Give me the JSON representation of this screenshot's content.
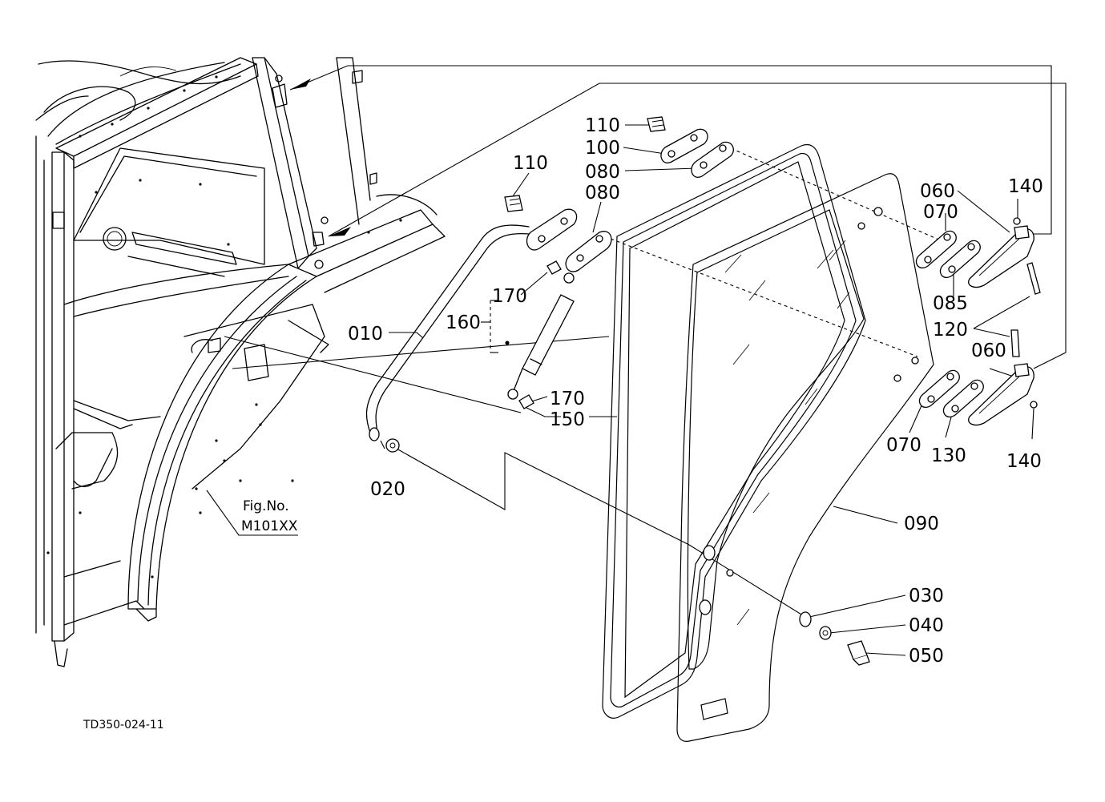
{
  "diagram": {
    "drawing_code": "TD350-024-11",
    "fig_ref_line1": "Fig.No.",
    "fig_ref_line2": "M101XX"
  },
  "callouts": {
    "p010": "010",
    "p020": "020",
    "p030": "030",
    "p040": "040",
    "p050": "050",
    "p060_top": "060",
    "p060_bottom": "060",
    "p070_top": "070",
    "p070_bottom": "070",
    "p080_top": "080",
    "p080_mid": "080",
    "p085": "085",
    "p090": "090",
    "p100": "100",
    "p110_top": "110",
    "p110_mid": "110",
    "p120": "120",
    "p130": "130",
    "p140_top": "140",
    "p140_bottom": "140",
    "p150": "150",
    "p160": "160",
    "p170_top": "170",
    "p170_bottom": "170"
  }
}
